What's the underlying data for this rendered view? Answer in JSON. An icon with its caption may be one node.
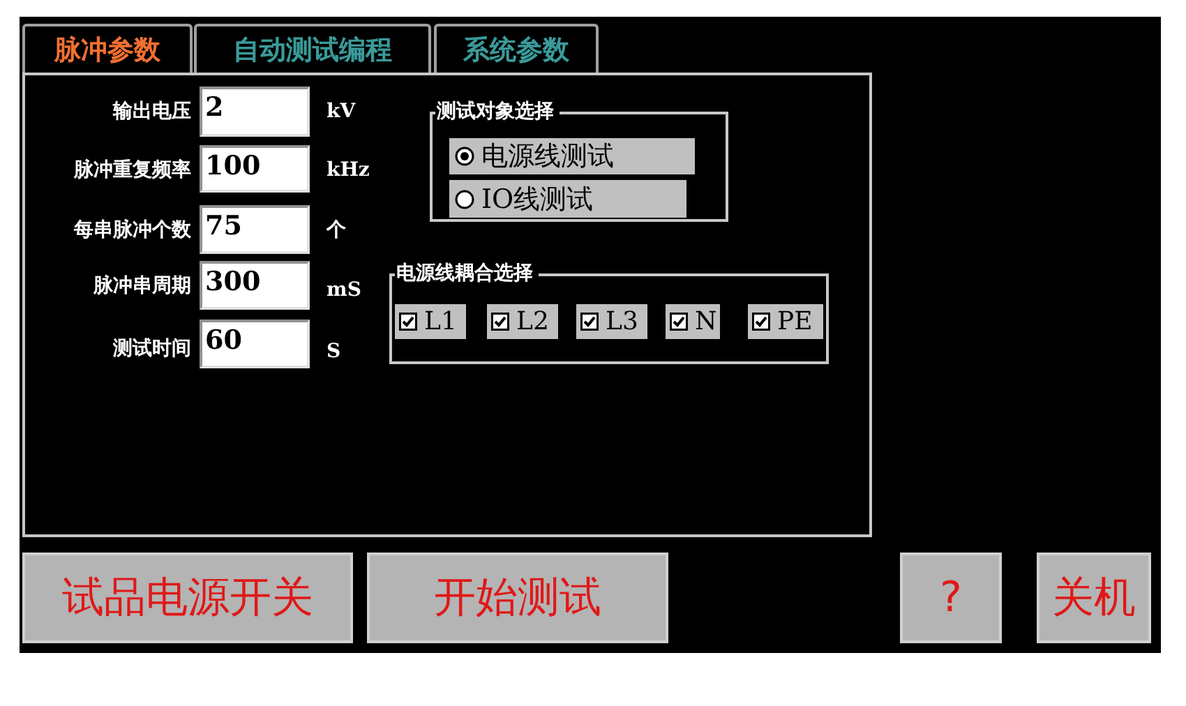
{
  "diagram": {
    "nodes": [
      {
        "text": [
          "脉冲参数"
        ]
      },
      {
        "text": [
          "自动测试编程"
        ]
      },
      {
        "text": [
          "系统参数"
        ]
      },
      {
        "text": [],
        "shape": "box"
      },
      {
        "text": [
          "测试对象选择"
        ],
        "in": 3
      },
      {
        "text": [
          "电源线测试"
        ],
        "in": 4
      },
      {
        "text": [
          "IO线测试"
        ],
        "in": 4
      },
      {
        "text": [
          "电源线耦合选择"
        ],
        "in": 3
      },
      {
        "text": [
          "L1"
        ],
        "in": 7
      },
      {
        "text": [
          "L2"
        ],
        "in": 7
      },
      {
        "text": [
          "L3"
        ],
        "in": 7
      },
      {
        "text": [
          "N"
        ],
        "in": 7
      },
      {
        "text": [
          "PE"
        ],
        "in": 7
      },
      {
        "text": [
          "2"
        ],
        "in": 3
      },
      {
        "text": [
          "100"
        ],
        "in": 3
      },
      {
        "text": [
          "75"
        ],
        "in": 3
      },
      {
        "text": [
          "300"
        ],
        "in": 3
      },
      {
        "text": [
          "60"
        ],
        "in": 3
      },
      {
        "text": [
          "试品电源开关"
        ]
      },
      {
        "text": [
          "开始测试"
        ]
      },
      {
        "text": [
          "?"
        ]
      },
      {
        "text": [
          "关机"
        ]
      }
    ],
    "labels": [
      "输出电压",
      "kV",
      "脉冲重复频率",
      "kHz",
      "每串脉冲个数",
      "个",
      "脉冲串周期",
      "mS",
      "测试时间",
      "S"
    ]
  }
}
